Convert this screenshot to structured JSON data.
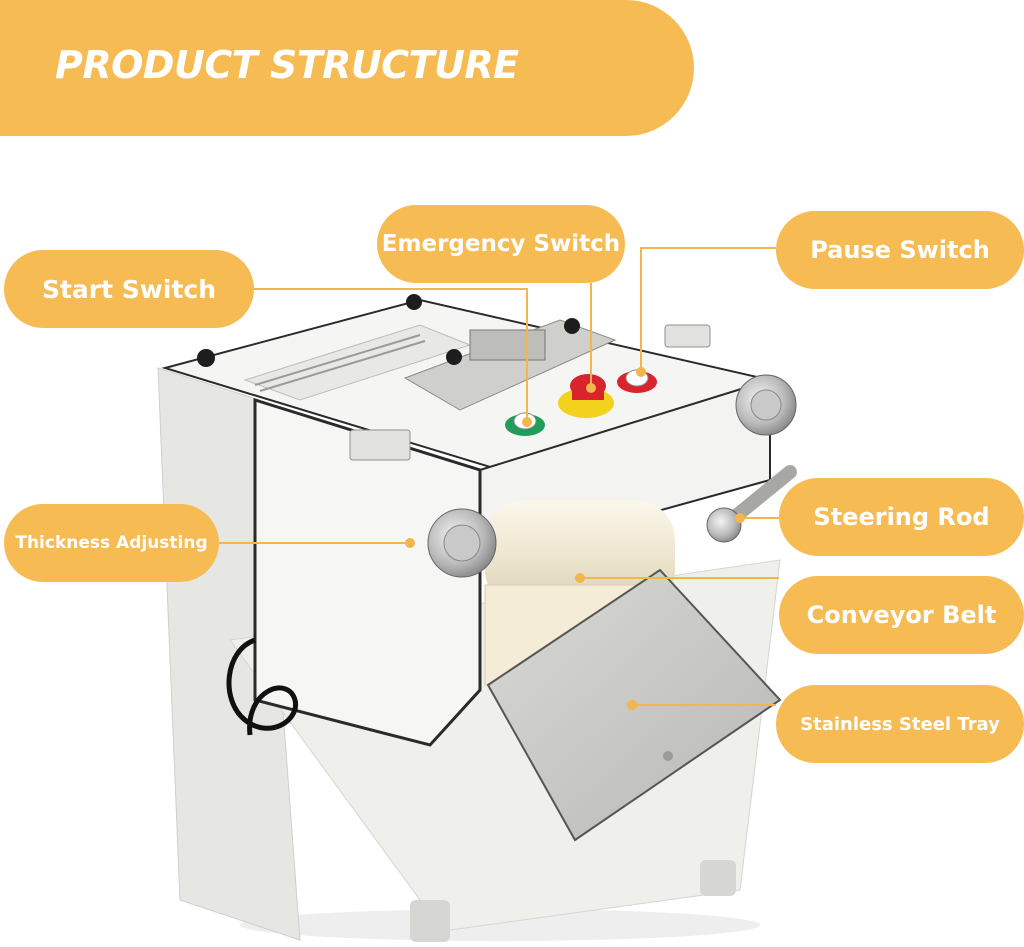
{
  "header": {
    "title": "PRODUCT STRUCTURE"
  },
  "callouts": {
    "start_switch": "Start Switch",
    "emergency_switch": "Emergency Switch",
    "pause_switch": "Pause Switch",
    "thickness_adjusting": "Thickness Adjusting",
    "steering_rod": "Steering Rod",
    "conveyor_belt": "Conveyor Belt",
    "stainless_steel_tray": "Stainless Steel Tray"
  },
  "colors": {
    "accent": "#f7bb54",
    "label_text": "#ffffff",
    "machine_body": "#f1f1ef",
    "machine_edge": "#2a2a2a",
    "emergency_red": "#d9232d",
    "start_green": "#1f9d5a"
  }
}
